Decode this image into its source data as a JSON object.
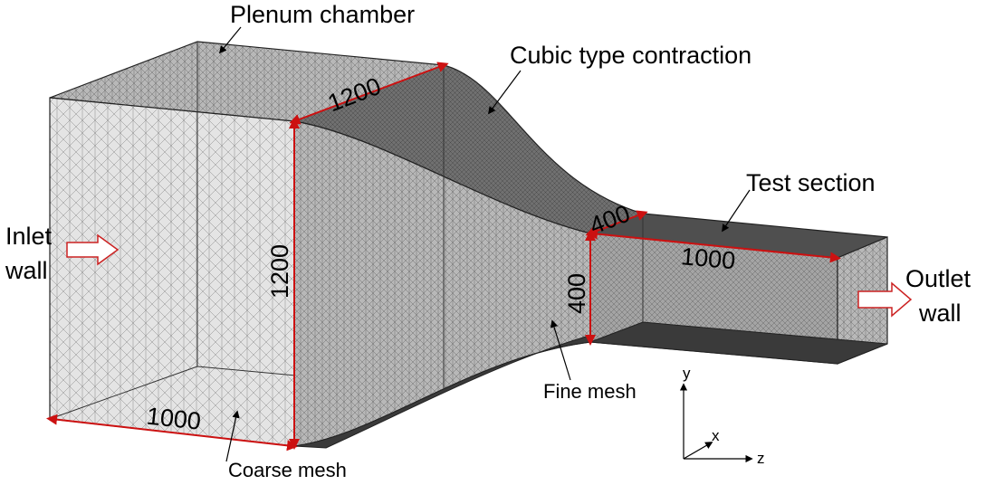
{
  "labels": {
    "plenum": "Plenum chamber",
    "contraction": "Cubic type contraction",
    "test_section": "Test section",
    "inlet_line1": "Inlet",
    "inlet_line2": "wall",
    "outlet_line1": "Outlet",
    "outlet_line2": "wall",
    "fine_mesh": "Fine mesh",
    "coarse_mesh": "Coarse mesh"
  },
  "dimensions": {
    "plenum_depth": "1200",
    "plenum_height": "1200",
    "plenum_length": "1000",
    "test_width": "400",
    "test_height": "400",
    "test_length": "1000"
  },
  "axes": {
    "y": "y",
    "x": "x",
    "z": "z"
  },
  "colors": {
    "dimension_line": "#cc1111",
    "arrow_outline": "#cc2222",
    "mesh_light": "#d8d8d8",
    "mesh_mid": "#a9a9a9",
    "mesh_dark": "#555555",
    "edge": "#222222"
  }
}
